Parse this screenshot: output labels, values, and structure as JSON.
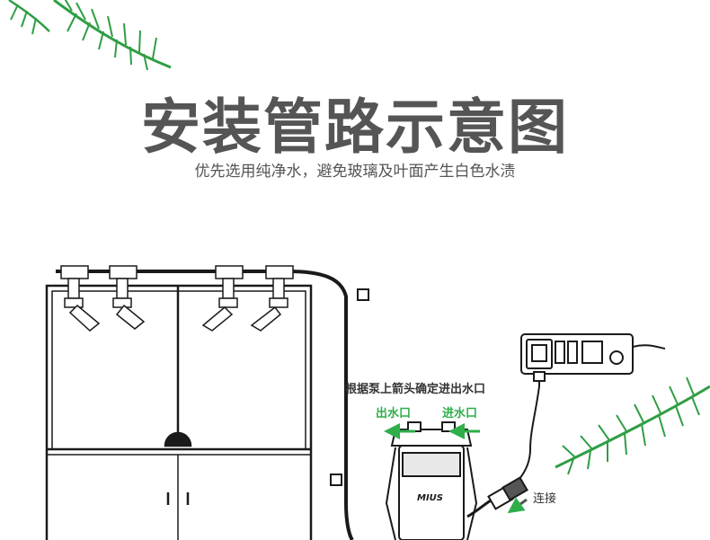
{
  "title": "安装管路示意图",
  "subtitle": "优先选用纯净水，避免玻璃及叶面产生白色水渍",
  "diagram": {
    "pump_note": "根据泵上箭头确定进出水口",
    "outlet_label": "出水口",
    "inlet_label": "进水口",
    "pump_brand": "MIUS",
    "connect_label": "连接"
  },
  "colors": {
    "title": "#555555",
    "arrow_green": "#2fae4a",
    "leaf_green": "#2f9e44",
    "line": "#1a1a1a"
  }
}
